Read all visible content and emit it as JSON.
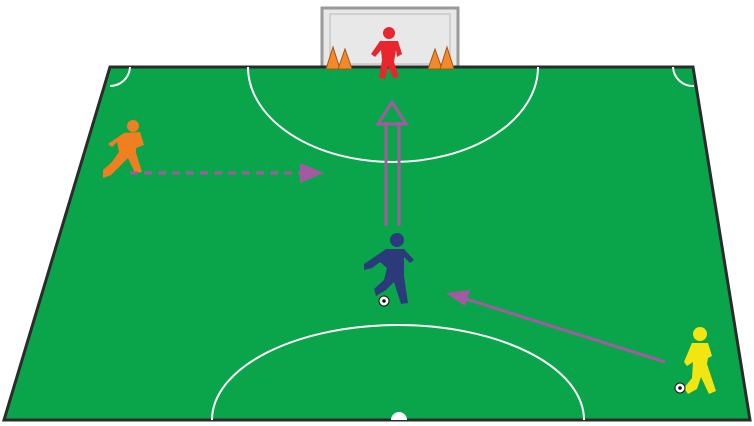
{
  "diagram": {
    "colors": {
      "pitch": "#0aa54b",
      "pitch_border": "#2b2b2b",
      "lines": "#ffffff",
      "goal_frame": "#9a9a9a",
      "goal_net": "#e8e8e8",
      "cones": "#f08a2b",
      "arrow": "#a45aa0",
      "goalkeeper": "#e8262d",
      "attacker_orange": "#f07f22",
      "attacker_navy": "#2b3a7a",
      "attacker_yellow": "#f2e512",
      "ball": "#ffffff"
    },
    "players": [
      {
        "role": "goalkeeper",
        "color_key": "goalkeeper",
        "icon": "goalkeeper-figure-icon"
      },
      {
        "role": "wide-attacker-left",
        "color_key": "attacker_orange",
        "icon": "player-figure-icon"
      },
      {
        "role": "central-striker",
        "color_key": "attacker_navy",
        "icon": "player-figure-icon"
      },
      {
        "role": "passer-right",
        "color_key": "attacker_yellow",
        "icon": "player-figure-icon"
      }
    ],
    "movements": [
      {
        "type": "run",
        "style": "dashed",
        "from": "wide-attacker-left"
      },
      {
        "type": "pass",
        "style": "solid",
        "from": "passer-right",
        "to": "central-striker"
      },
      {
        "type": "shot",
        "style": "double",
        "from": "central-striker",
        "to": "goal"
      }
    ],
    "balls": 2,
    "cones": 4
  }
}
